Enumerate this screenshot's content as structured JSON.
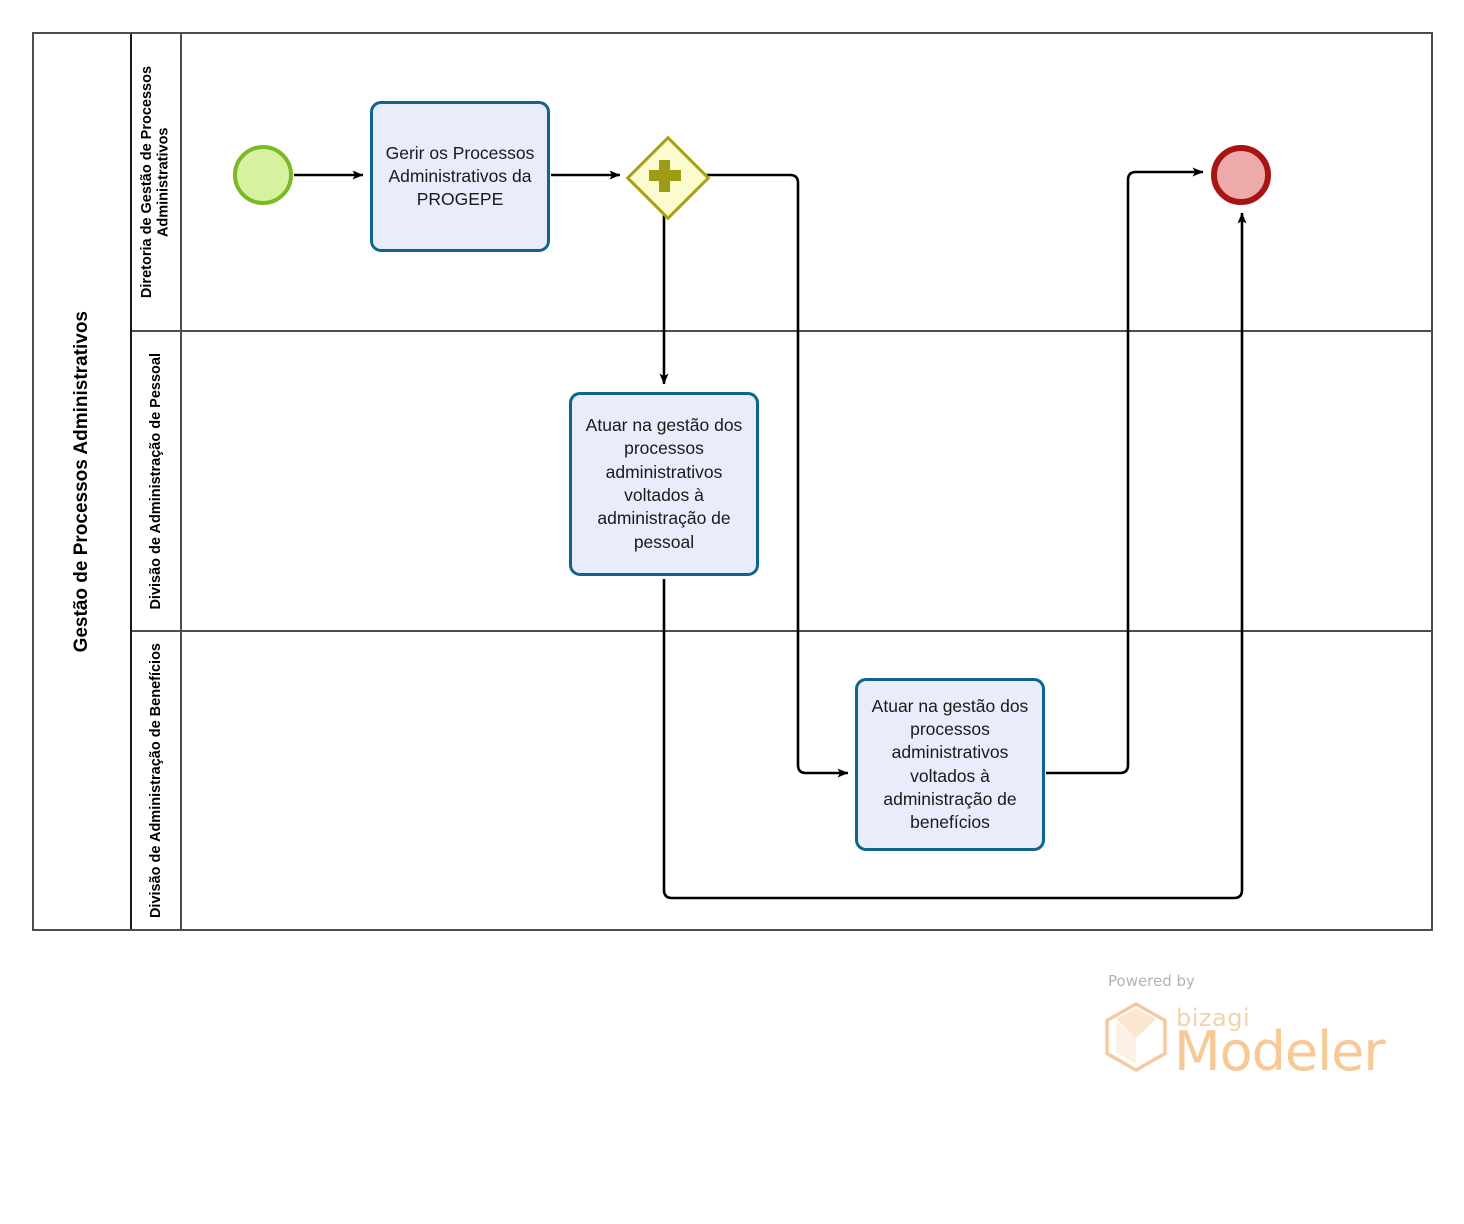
{
  "pool": {
    "title": "Gestão de Processos Administrativos"
  },
  "lanes": [
    {
      "id": "lane-diretoria",
      "label": "Diretoria de Gestão de Processos Administrativos"
    },
    {
      "id": "lane-pessoal",
      "label": "Divisão de Administração de Pessoal"
    },
    {
      "id": "lane-beneficios",
      "label": "Divisão de Administração de Benefícios"
    }
  ],
  "nodes": {
    "start_event": {
      "type": "start-event",
      "label": ""
    },
    "task_1": {
      "type": "task",
      "label": "Gerir os Processos Administrativos da PROGEPE"
    },
    "gateway_1": {
      "type": "parallel-gateway",
      "label": "",
      "marker": "plus"
    },
    "task_2": {
      "type": "task",
      "label": "Atuar na gestão dos processos administrativos voltados à administração de pessoal"
    },
    "task_3": {
      "type": "task",
      "label": "Atuar na gestão dos processos administrativos voltados à administração de benefícios"
    },
    "end_event": {
      "type": "end-event",
      "label": ""
    }
  },
  "flows": [
    {
      "id": "flow-start-task1",
      "from": "start_event",
      "to": "task_1",
      "label": ""
    },
    {
      "id": "flow-task1-gateway",
      "from": "task_1",
      "to": "gateway_1",
      "label": ""
    },
    {
      "id": "flow-gateway-task2",
      "from": "gateway_1",
      "to": "task_2",
      "label": ""
    },
    {
      "id": "flow-gateway-task3",
      "from": "gateway_1",
      "to": "task_3",
      "label": ""
    },
    {
      "id": "flow-task3-end",
      "from": "task_3",
      "to": "end_event",
      "label": ""
    },
    {
      "id": "flow-task2-end",
      "from": "task_2",
      "to": "end_event",
      "label": ""
    }
  ],
  "watermark": {
    "powered_by": "Powered by",
    "brand": "bizagi",
    "product": "Modeler"
  },
  "colors": {
    "task_fill": "#e8ecfb",
    "task_border": "#10658c",
    "start_fill": "#d6f2a0",
    "start_border": "#7cb828",
    "end_fill": "#eeaaaa",
    "end_border": "#a81414",
    "gateway_fill": "#fcfbcf",
    "gateway_border": "#a5a311",
    "pool_border": "#4d4d4d",
    "connector": "#000000",
    "watermark": "#f7c996"
  }
}
